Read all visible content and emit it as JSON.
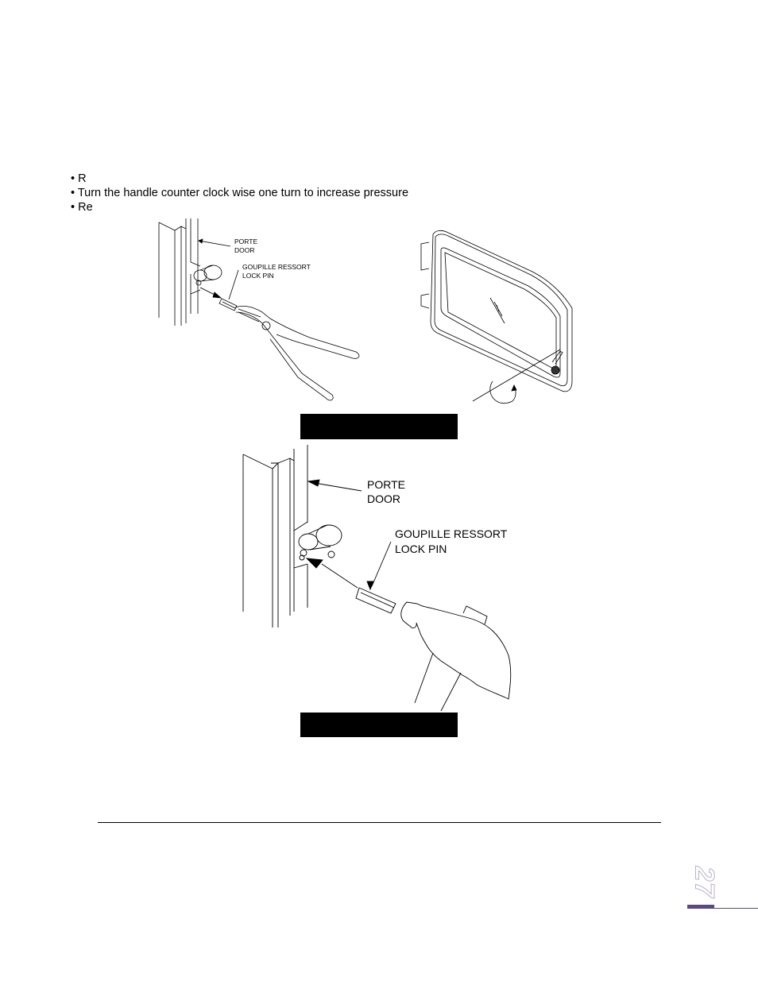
{
  "instructions": {
    "bullets": [
      "• R",
      "• Turn the handle counter clock wise one turn to increase pressure",
      "• Re"
    ]
  },
  "figure_pliers": {
    "door_label_fr": "PORTE",
    "door_label_en": "DOOR",
    "pin_label_fr": "GOUPILLE RESSORT",
    "pin_label_en": "LOCK PIN"
  },
  "figure_door_handle": {
    "description": "Stove door with handle, counter-clockwise rotation arrow"
  },
  "figure_hammer": {
    "door_label_fr": "PORTE",
    "door_label_en": "DOOR",
    "pin_label_fr": "GOUPILLE RESSORT",
    "pin_label_en": "LOCK PIN"
  },
  "captions": {
    "caption_1": "",
    "caption_2": ""
  },
  "footer": {
    "page_number": "27",
    "accent_color": "#5b4a82",
    "page_number_outline_color": "#b9b0cf"
  }
}
